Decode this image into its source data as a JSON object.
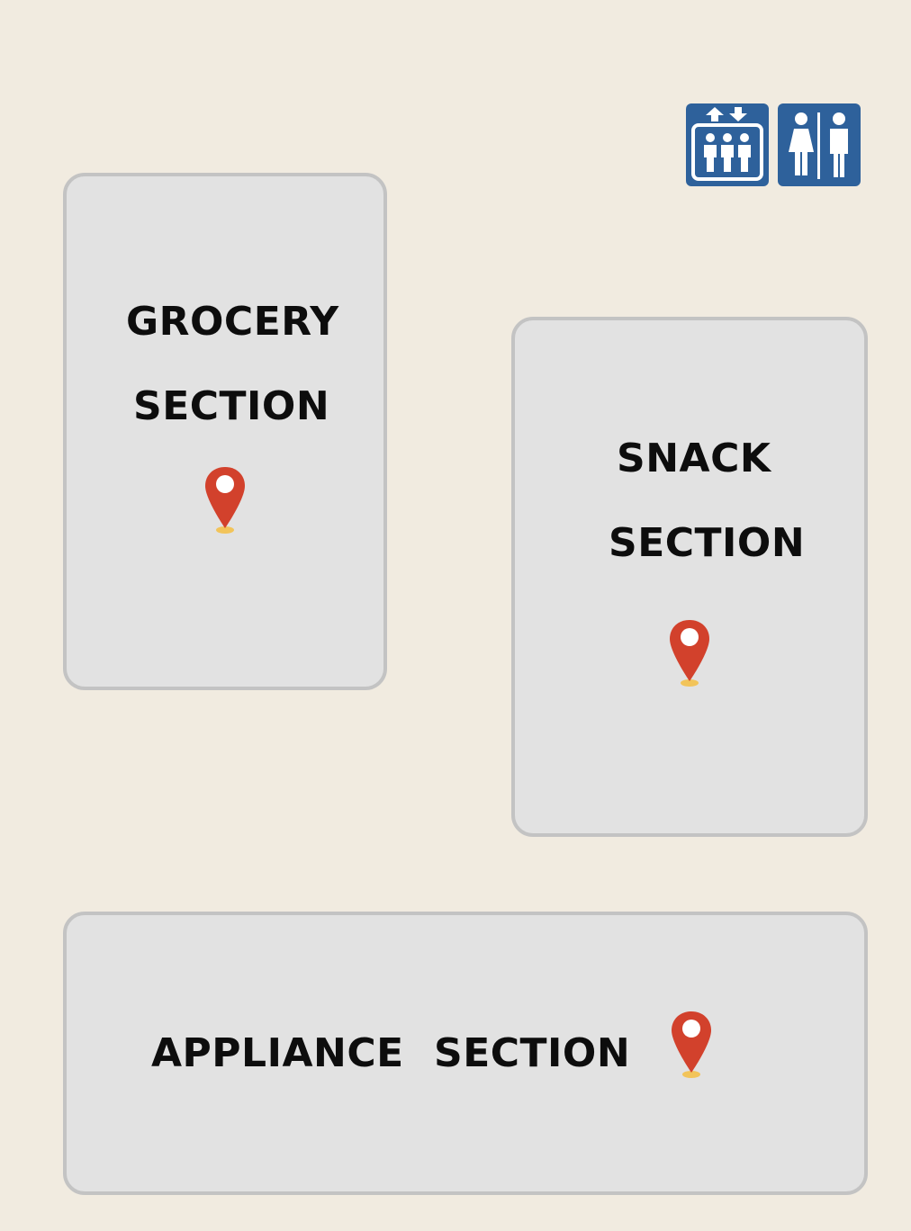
{
  "facilities": {
    "elevator_icon": "elevator-icon",
    "restroom_icon": "restroom-icon",
    "icon_color": "#2e619b"
  },
  "sections": {
    "grocery": {
      "line1": "GROCERY",
      "line2": "SECTION"
    },
    "snack": {
      "line1": "SNACK",
      "line2": "SECTION"
    },
    "appliance": {
      "word1": "APPLIANCE",
      "word2": "SECTION"
    }
  },
  "colors": {
    "background": "#f1ebe0",
    "section_fill": "#e2e2e2",
    "section_border": "#c3c3c3",
    "pin": "#d2412c",
    "pin_base": "#f2c45a"
  }
}
